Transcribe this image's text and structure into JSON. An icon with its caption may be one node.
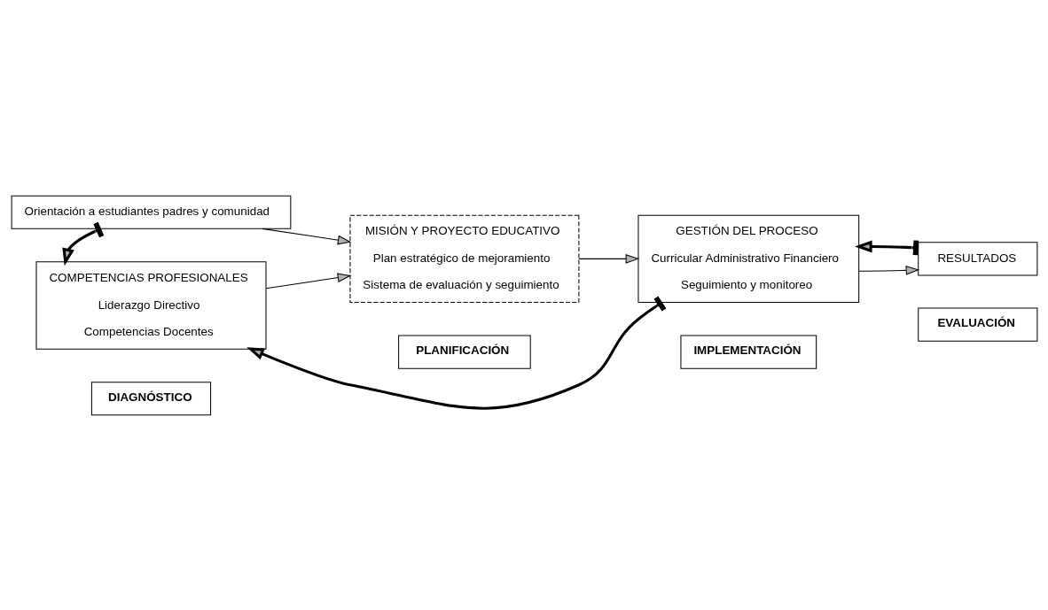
{
  "diagram": {
    "nodes": [
      {
        "text": [
          "Orientación a estudiantes padres y comunidad"
        ]
      },
      {
        "text": [
          "COMPETENCIAS PROFESIONALES",
          "Liderazgo Directivo",
          "Competencias Docentes"
        ]
      },
      {
        "text": [
          "MISIÓN Y PROYECTO EDUCATIVO",
          "Plan estratégico de mejoramiento",
          "Sistema de evaluación y seguimiento"
        ]
      },
      {
        "text": [
          "GESTIÓN DEL PROCESO",
          "Curricular Administrativo Financiero",
          "Seguimiento y monitoreo"
        ]
      },
      {
        "text": [
          "RESULTADOS"
        ]
      },
      {
        "text": [
          "DIAGNÓSTICO"
        ]
      },
      {
        "text": [
          "PLANIFICACIÓN"
        ]
      },
      {
        "text": [
          "IMPLEMENTACIÓN"
        ]
      },
      {
        "text": [
          "EVALUACIÓN"
        ]
      }
    ],
    "edges": [
      {
        "from": 0,
        "to": 1,
        "arrow": "to",
        "style": "thick"
      },
      {
        "from": 0,
        "to": 2,
        "arrow": "to"
      },
      {
        "from": 1,
        "to": 2,
        "arrow": "to"
      },
      {
        "from": 2,
        "to": 3,
        "arrow": "to"
      },
      {
        "from": 3,
        "to": 4,
        "arrow": "to"
      },
      {
        "from": 4,
        "to": 3,
        "arrow": "to",
        "style": "thick"
      },
      {
        "from": 3,
        "to": 1,
        "arrow": "to",
        "style": "thick"
      }
    ]
  }
}
